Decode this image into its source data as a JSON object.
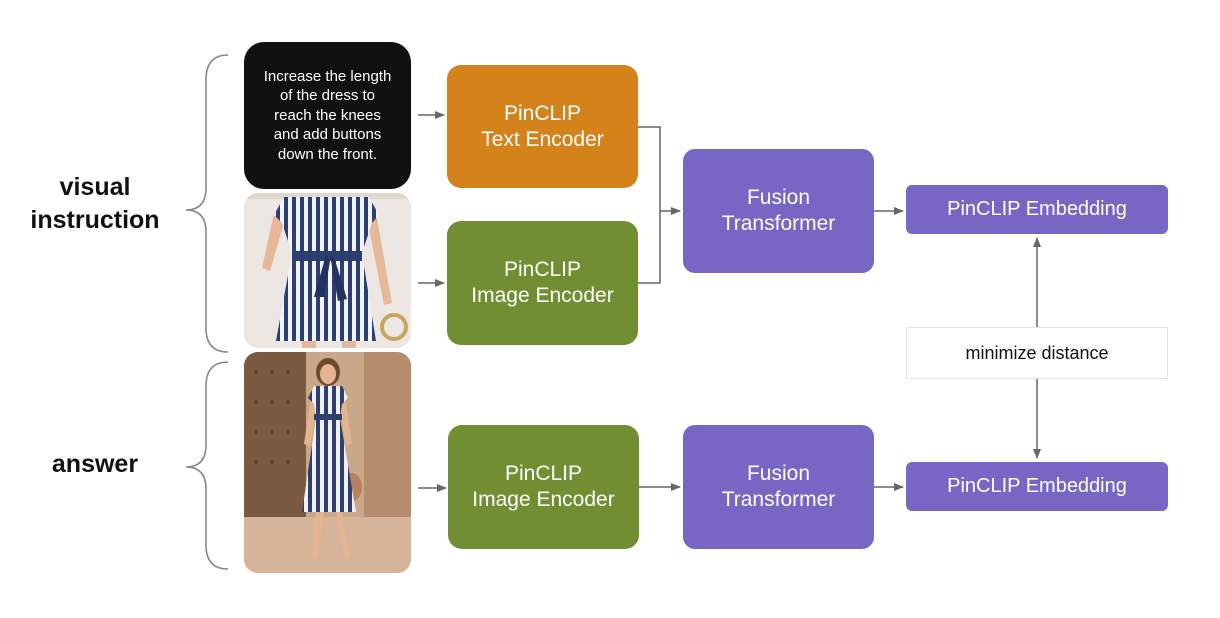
{
  "labels": {
    "visual_instruction": "visual\ninstruction",
    "answer": "answer"
  },
  "instruction_text": "Increase the length of the dress to reach the knees and add buttons down the front.",
  "boxes": {
    "text_encoder": "PinCLIP\nText Encoder",
    "image_encoder_top": "PinCLIP\nImage Encoder",
    "image_encoder_bottom": "PinCLIP\nImage Encoder",
    "fusion_top": "Fusion\nTransformer",
    "fusion_bottom": "Fusion\nTransformer",
    "embedding_top": "PinCLIP Embedding",
    "embedding_bottom": "PinCLIP Embedding",
    "minimize_distance": "minimize distance"
  },
  "colors": {
    "text_encoder": "#d4821a",
    "image_encoder": "#718f32",
    "fusion_and_embedding": "#7766c4",
    "instruction_box": "#111111",
    "arrows": "#666666"
  }
}
